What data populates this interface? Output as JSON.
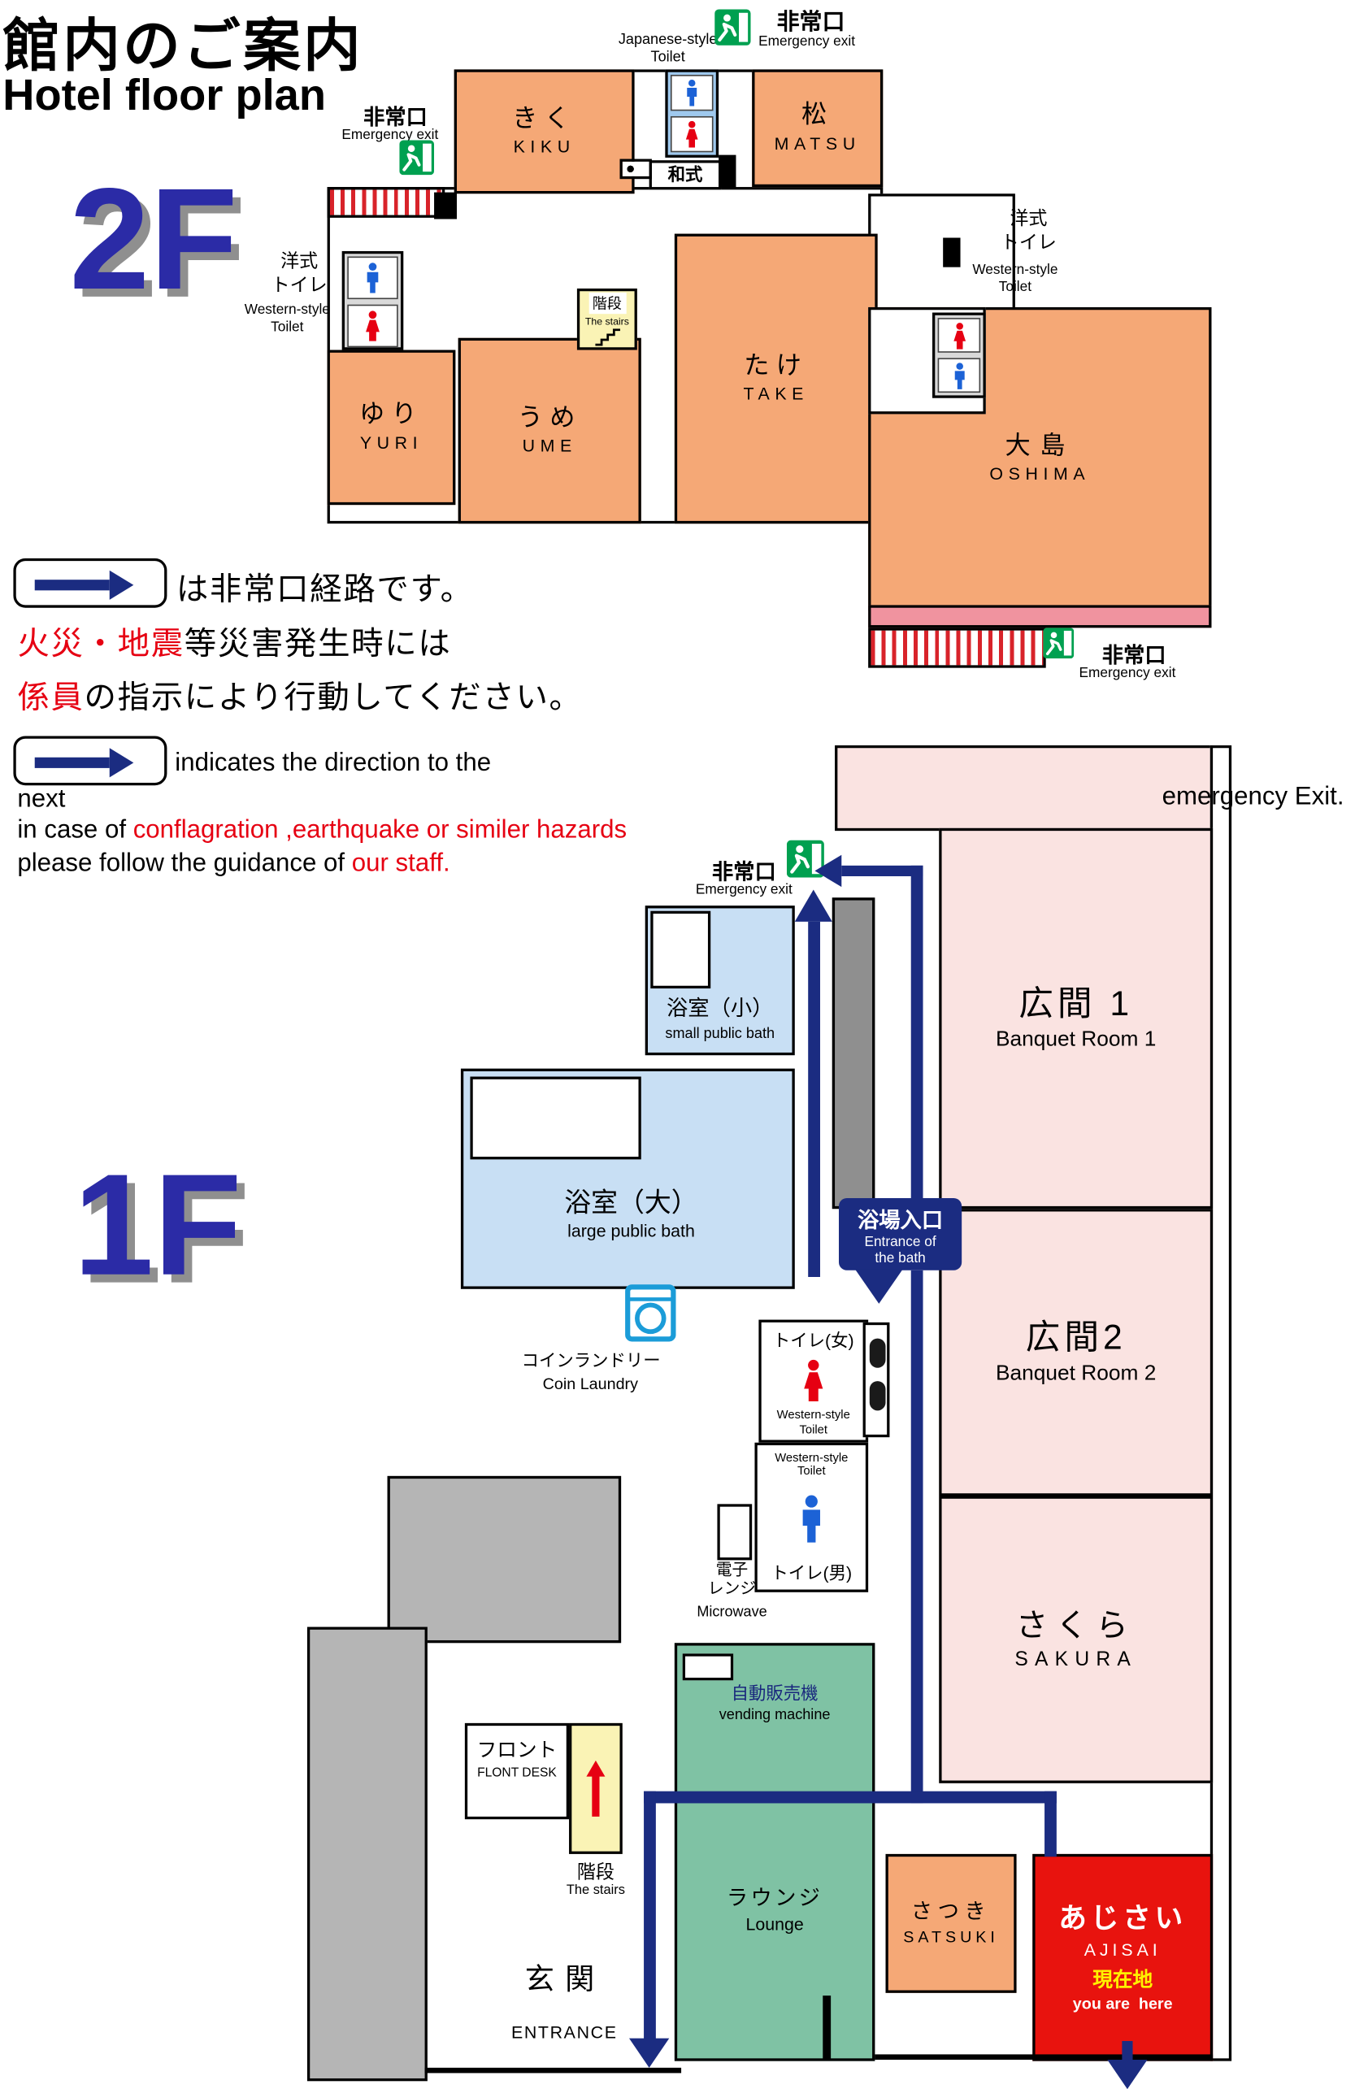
{
  "page": {
    "title_jp": "館内のご案内",
    "title_en": "Hotel floor plan"
  },
  "shared": {
    "exit_jp": "非常口",
    "exit_en": "Emergency exit",
    "western_jp1": "洋式",
    "western_jp2": "トイレ",
    "western_en1": "Western-style",
    "western_en2": "Toilet",
    "stairs_jp": "階段",
    "stairs_en": "The stairs"
  },
  "floor2": {
    "label": "2F",
    "rooms": {
      "kiku_jp": "きく",
      "kiku_en": "KIKU",
      "matsu_jp": "松",
      "matsu_en": "MATSU",
      "yuri_jp": "ゆり",
      "yuri_en": "YURI",
      "ume_jp": "うめ",
      "ume_en": "UME",
      "take_jp": "たけ",
      "take_en": "TAKE",
      "oshima_jp": "大島",
      "oshima_en": "OSHIMA"
    },
    "jtoilet_en1": "Japanese-style",
    "jtoilet_en2": "Toilet",
    "jtoilet_jp": "和式"
  },
  "legend": {
    "jp": {
      "line1": "は非常口経路です。",
      "line2_red": "火災・地震",
      "line2_rest": "等災害発生時には",
      "line3_red": "係員",
      "line3_rest": "の指示により行動してください。"
    },
    "en": {
      "line1": "indicates the direction to the",
      "line2": "next",
      "line3_pre": "in case of ",
      "line3_red": "conflagration ,earthquake or similer hazards",
      "line4_pre": "please follow the guidance of ",
      "line4_red": "our staff."
    }
  },
  "floor1": {
    "label": "1F",
    "emergency_exit_right": "emergency Exit.",
    "banquet1_jp": "広間 1",
    "banquet1_en": "Banquet Room 1",
    "banquet2_jp": "広間2",
    "banquet2_en": "Banquet Room 2",
    "sakura_jp": "さくら",
    "sakura_en": "SAKURA",
    "small_bath_jp": "浴室（小）",
    "small_bath_en": "small public bath",
    "large_bath_jp": "浴室（大）",
    "large_bath_en": "large public bath",
    "bath_entrance_jp": "浴場入口",
    "bath_entrance_en1": "Entrance of",
    "bath_entrance_en2": "the bath",
    "laundry_jp": "コインランドリー",
    "laundry_en": "Coin Laundry",
    "toilet_w_jp": "トイレ(女)",
    "toilet_m_jp": "トイレ(男)",
    "microwave_jp1": "電子",
    "microwave_jp2": "レンジ",
    "microwave_en": "Microwave",
    "vending_jp": "自動販売機",
    "vending_en": "vending machine",
    "front_jp": "フロント",
    "front_en": "FLONT DESK",
    "lounge_jp": "ラウンジ",
    "lounge_en": "Lounge",
    "satsuki_jp": "さつき",
    "satsuki_en": "SATSUKI",
    "ajisai_jp": "あじさい",
    "ajisai_en": "AJISAI",
    "here_jp": "現在地",
    "here_en": "you are  here",
    "entrance_jp": "玄関",
    "entrance_en": "ENTRANCE"
  },
  "colors": {
    "guest_room_orange": "#F5A876",
    "banquet_pink": "#FAE3E1",
    "bath_blue": "#C8DFF4",
    "lounge_green": "#7FC2A4",
    "current_location_red": "#E8130E",
    "stairs_yellow": "#FAF3B5",
    "route_navy": "#1B2C81",
    "exit_green": "#00A050",
    "alert_red": "#E60012",
    "corridor_gray": "#B5B5B5"
  }
}
